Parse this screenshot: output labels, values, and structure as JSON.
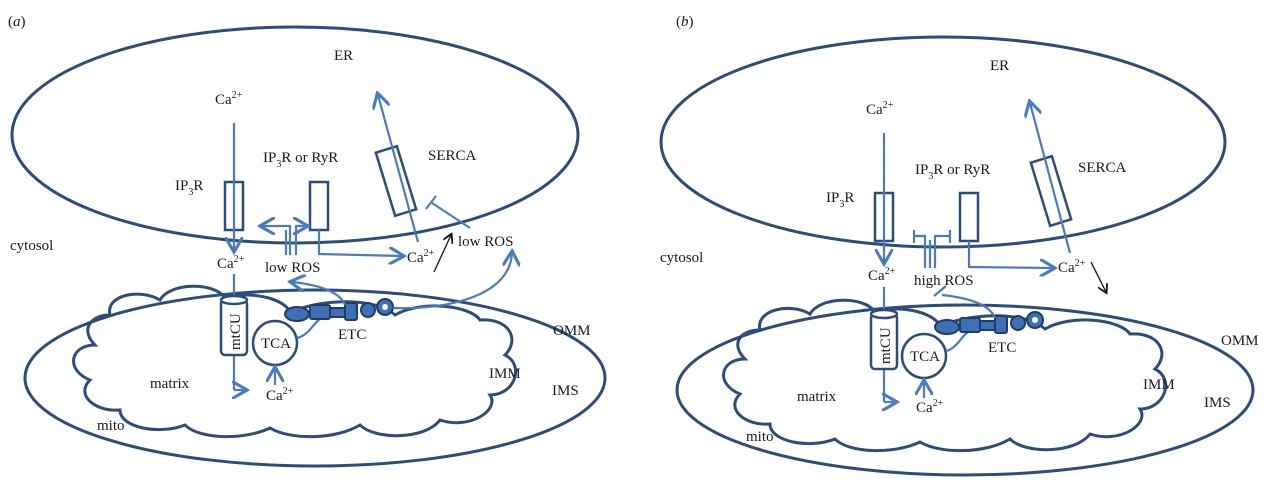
{
  "panels": [
    {
      "tag_open": "(",
      "tag_letter": "a",
      "tag_close": ")",
      "er_label": "ER",
      "ca_ip3r_top": "Ca",
      "ca_ip3r_top_sup": "2+",
      "ip3r_label": "IP",
      "ip3r_sub": "3",
      "ip3r_suffix": "R",
      "ip3r_ryr_label": "IP",
      "ip3r_ryr_sub": "3",
      "ip3r_ryr_suffix": "R or RyR",
      "serca_label": "SERCA",
      "cytosol_label": "cytosol",
      "ca_cyto": "Ca",
      "ca_cyto_sup": "2+",
      "ros_center_label": "low ROS",
      "ca_right": "Ca",
      "ca_right_sup": "2+",
      "ros_right_label": "low ROS",
      "trend": "up",
      "mtcu_label": "mtCU",
      "tca_label": "TCA",
      "etc_label": "ETC",
      "omm_label": "OMM",
      "imm_label": "IMM",
      "ims_label": "IMS",
      "matrix_label": "matrix",
      "mito_label": "mito",
      "ca_matrix": "Ca",
      "ca_matrix_sup": "2+"
    },
    {
      "tag_open": "(",
      "tag_letter": "b",
      "tag_close": ")",
      "er_label": "ER",
      "ca_ip3r_top": "Ca",
      "ca_ip3r_top_sup": "2+",
      "ip3r_label": "IP",
      "ip3r_sub": "3",
      "ip3r_suffix": "R",
      "ip3r_ryr_label": "IP",
      "ip3r_ryr_sub": "3",
      "ip3r_ryr_suffix": "R or RyR",
      "serca_label": "SERCA",
      "cytosol_label": "cytosol",
      "ca_cyto": "Ca",
      "ca_cyto_sup": "2+",
      "ros_center_label": "high ROS",
      "ca_right": "Ca",
      "ca_right_sup": "2+",
      "trend": "down",
      "mtcu_label": "mtCU",
      "tca_label": "TCA",
      "etc_label": "ETC",
      "omm_label": "OMM",
      "imm_label": "IMM",
      "ims_label": "IMS",
      "matrix_label": "matrix",
      "mito_label": "mito",
      "ca_matrix": "Ca",
      "ca_matrix_sup": "2+"
    }
  ]
}
